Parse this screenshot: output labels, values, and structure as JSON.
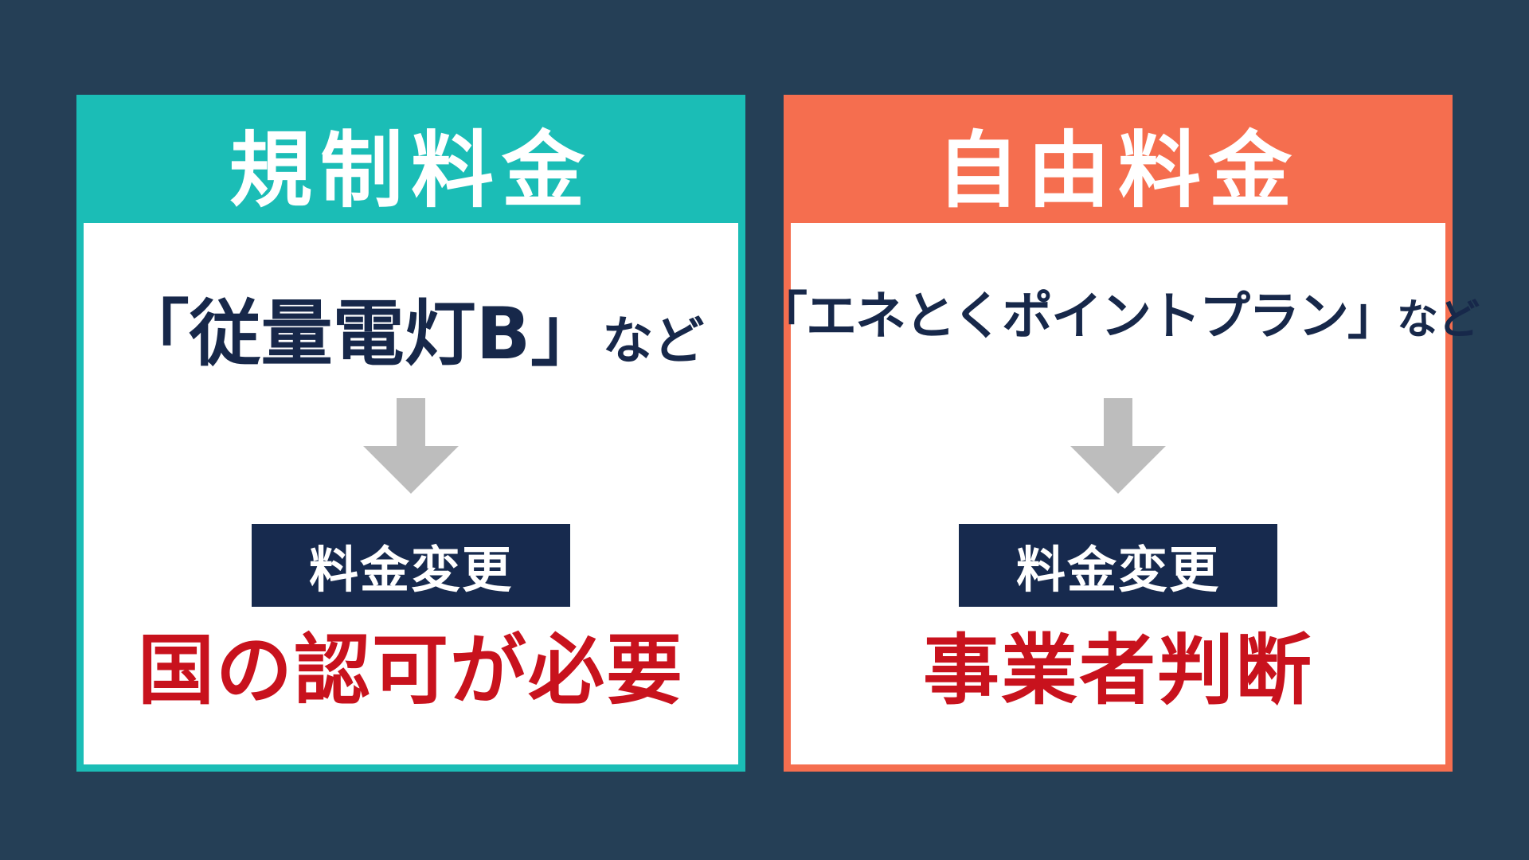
{
  "colors": {
    "background": "#253f56",
    "regulated_accent": "#1bbdb6",
    "free_accent": "#f56e4f",
    "badge": "#172a4e",
    "result_text": "#c8121d",
    "plan_text": "#17284a",
    "arrow": "#bdbdbd"
  },
  "panels": [
    {
      "header": "規制料金",
      "plan_name": "「従量電灯B」",
      "plan_suffix": "など",
      "arrow_icon": "down-arrow-icon",
      "badge": "料金変更",
      "result": "国の認可が必要"
    },
    {
      "header": "自由料金",
      "plan_name": "「エネとくポイントプラン」",
      "plan_suffix": "など",
      "arrow_icon": "down-arrow-icon",
      "badge": "料金変更",
      "result": "事業者判断"
    }
  ]
}
